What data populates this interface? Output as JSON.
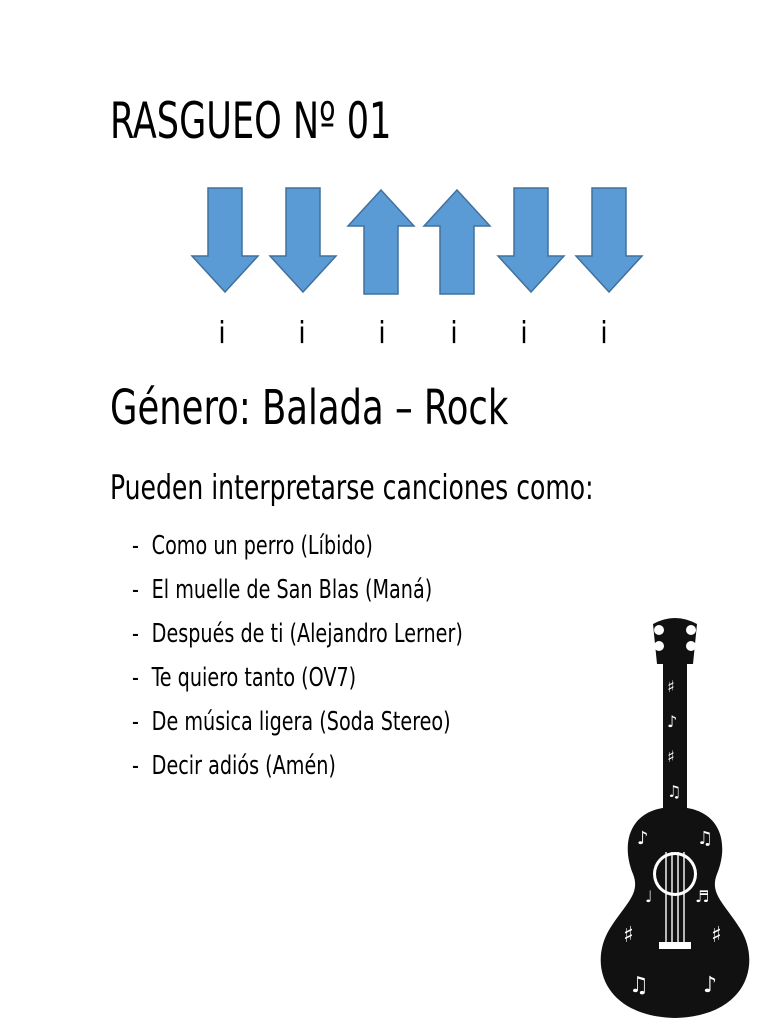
{
  "title": "RASGUEO Nº 01",
  "strum": {
    "pattern": [
      "down",
      "down",
      "up",
      "up",
      "down",
      "down"
    ],
    "fingers": [
      "i",
      "i",
      "i",
      "i",
      "i",
      "i"
    ],
    "arrow_color": "#5B9BD5"
  },
  "genre": "Género: Balada – Rock",
  "intro": "Pueden interpretarse canciones como:",
  "songs": [
    "Como un perro (Líbido)",
    "El muelle de San Blas (Maná)",
    "Después de ti (Alejandro Lerner)",
    "Te quiero tanto (OV7)",
    "De música ligera (Soda Stereo)",
    "Decir adiós (Amén)"
  ],
  "list_marker": "-",
  "decoration": {
    "icon": "guitar-icon"
  }
}
